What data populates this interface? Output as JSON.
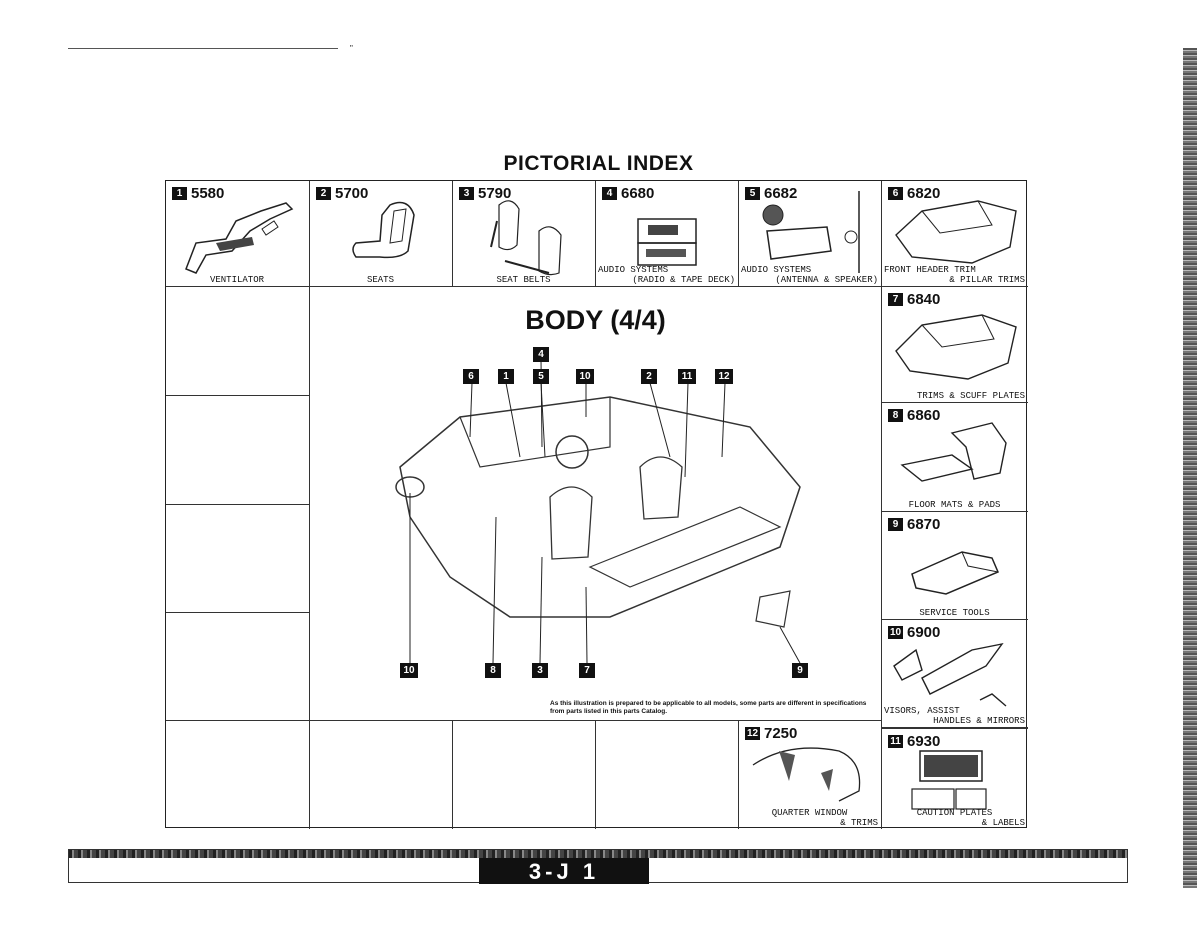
{
  "title": "PICTORIAL INDEX",
  "body_title": "BODY (4/4)",
  "top_mark": "\"",
  "note": "As this illustration is prepared to be applicable to all models, some parts are different in specifications from parts listed in this parts Catalog.",
  "page_label": "3-J 1",
  "items": [
    {
      "num": "1",
      "code": "5580",
      "caption": "VENTILATOR"
    },
    {
      "num": "2",
      "code": "5700",
      "caption": "SEATS"
    },
    {
      "num": "3",
      "code": "5790",
      "caption": "SEAT BELTS"
    },
    {
      "num": "4",
      "code": "6680",
      "caption1": "AUDIO SYSTEMS",
      "caption2": "(RADIO & TAPE DECK)"
    },
    {
      "num": "5",
      "code": "6682",
      "caption1": "AUDIO SYSTEMS",
      "caption2": "(ANTENNA & SPEAKER)"
    },
    {
      "num": "6",
      "code": "6820",
      "caption1": "FRONT HEADER TRIM",
      "caption2": "& PILLAR TRIMS"
    },
    {
      "num": "7",
      "code": "6840",
      "caption": "TRIMS & SCUFF PLATES"
    },
    {
      "num": "8",
      "code": "6860",
      "caption": "FLOOR MATS & PADS"
    },
    {
      "num": "9",
      "code": "6870",
      "caption": "SERVICE TOOLS"
    },
    {
      "num": "10",
      "code": "6900",
      "caption1": "VISORS, ASSIST",
      "caption2": "HANDLES & MIRRORS"
    },
    {
      "num": "11",
      "code": "6930",
      "caption1": "CAUTION PLATES",
      "caption2": "& LABELS"
    },
    {
      "num": "12",
      "code": "7250",
      "caption1": "QUARTER WINDOW",
      "caption2": "& TRIMS"
    }
  ],
  "callouts_top": [
    "6",
    "1",
    "4",
    "5",
    "10",
    "2",
    "11",
    "12"
  ],
  "callouts_bottom": [
    "10",
    "8",
    "3",
    "7",
    "9"
  ]
}
